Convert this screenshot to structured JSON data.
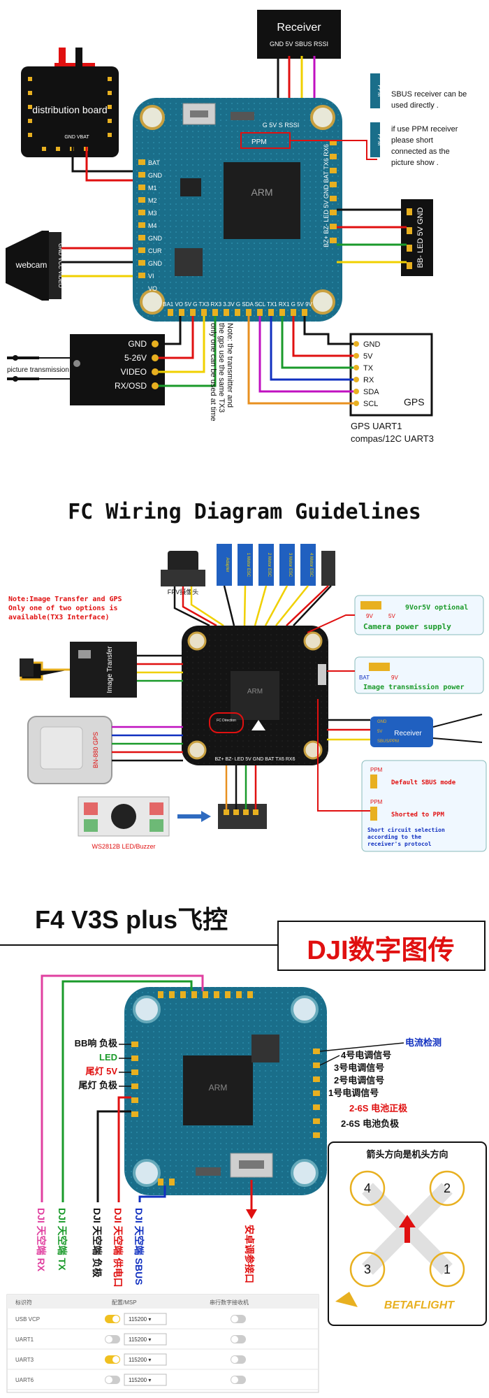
{
  "section1": {
    "receiver": {
      "title": "Receiver",
      "pins": "GND 5V SBUS RSSI"
    },
    "distribution_board": {
      "title": "distribution board",
      "pins": "GND VBAT"
    },
    "webcam": {
      "title": "webcam",
      "pins": "GND VCC VIDEO"
    },
    "picture_transmission": {
      "title": "picture transmission",
      "pins": [
        "GND",
        "5-26V",
        "VIDEO",
        "RX/OSD"
      ]
    },
    "gps": {
      "title": "GPS",
      "pins": [
        "GND",
        "5V",
        "TX",
        "RX",
        "SDA",
        "SCL"
      ],
      "caption1": "GPS UART1",
      "caption2": "compas/12C UART3"
    },
    "led_strip": {
      "label": "BB- LED 5V GND"
    },
    "sbus_note": {
      "line1": "SBUS receiver can be",
      "line2": "used directly .",
      "line3": "if use PPM receiver",
      "line4": "please short",
      "line5": "connected as the",
      "line6": "picture show ."
    },
    "ppm_label": "PPM",
    "note": {
      "line1": "Note: the transmitter and",
      "line2": "the gps use the same TX3",
      "line3": "only one can be used at time"
    },
    "fc_left_pins": [
      "BAT",
      "GND",
      "M1",
      "M2",
      "M3",
      "M4",
      "GND",
      "CUR",
      "GND",
      "VI",
      "VO"
    ],
    "fc_top_pins": "G 5V S RSSI",
    "fc_right_pins": "BZ+ BZ- LED 5V GND BAT TX6 RX6",
    "fc_bottom_pins": "BA1 VO 5V G TX3 RX3 3.3V G SDA SCL TX1 RX1 G 5V 9V"
  },
  "section2": {
    "title": "FC Wiring Diagram Guidelines",
    "note": {
      "line1": "Note:Image Transfer and GPS",
      "line2": "Only one of two options is",
      "line3": "available(TX3 Interface)"
    },
    "camera_label": "FPV摄像头",
    "esc_labels": [
      "Adapter",
      "1 Motor ESC",
      "2 Motor ESC",
      "3 Motor ESC",
      "4 Motor ESC"
    ],
    "image_transfer": "Image Transfer",
    "camera_power": {
      "option": "9Vor5V optional",
      "title": "Camera power supply",
      "left": "9V",
      "right": "5V"
    },
    "image_tx_power": {
      "title": "Image transmission power",
      "left": "BAT",
      "right": "9V"
    },
    "receiver": {
      "title": "Receiver",
      "pins": [
        "GND",
        "5V",
        "SBUS/PPM"
      ]
    },
    "gps": "BN-880 GPS",
    "led_buzzer": "WS2812B LED/Buzzer",
    "ppm_default": {
      "label": "PPM",
      "text": "Default SBUS mode"
    },
    "ppm_short": {
      "label": "PPM",
      "text": "Shorted to PPM"
    },
    "ppm_note": {
      "line1": "Short circuit selection",
      "line2": "according to the",
      "line3": "receiver's protocol"
    },
    "fc_direction": "FC Direction",
    "bottom_pins": "BZ+ BZ- LED 5V GND BAT TX6 RX6"
  },
  "section3": {
    "title": "F4 V3S plus飞控",
    "dji_banner": "DJI数字图传",
    "left_labels": [
      {
        "text": "BB响 负极",
        "color": "#111111"
      },
      {
        "text": "LED",
        "color": "#1a9a2a"
      },
      {
        "text": "尾灯 5V",
        "color": "#e01010"
      },
      {
        "text": "尾灯 负极",
        "color": "#111111"
      }
    ],
    "right_labels": [
      {
        "text": "电流检测",
        "color": "#1030c0"
      },
      {
        "text": "4号电调信号",
        "color": "#111111"
      },
      {
        "text": "3号电调信号",
        "color": "#111111"
      },
      {
        "text": "2号电调信号",
        "color": "#111111"
      },
      {
        "text": "1号电调信号",
        "color": "#111111"
      },
      {
        "text": "2-6S 电池正极",
        "color": "#e01010"
      },
      {
        "text": "2-6S 电池负极",
        "color": "#111111"
      }
    ],
    "vertical_labels": [
      {
        "text": "DJI 天空端 RX",
        "color": "#e040a0"
      },
      {
        "text": "DJI 天空端 TX",
        "color": "#1a9a2a"
      },
      {
        "text": "DJI 天空端 负极",
        "color": "#111111"
      },
      {
        "text": "DJI 天空端 供电口",
        "color": "#e01010"
      },
      {
        "text": "DJI 天空端 SBUS",
        "color": "#1030c0"
      }
    ],
    "usb_label": "安卓调参接口",
    "motor_panel": {
      "title": "箭头方向是机头方向",
      "motors": [
        "4",
        "2",
        "3",
        "1"
      ],
      "brand": "BETAFLIGHT"
    },
    "table": {
      "headers": [
        "标识符",
        "配置/MSP",
        "串行数字接收机"
      ],
      "rows": [
        {
          "id": "USB VCP",
          "baud": "115200",
          "on": true
        },
        {
          "id": "UART1",
          "baud": "115200",
          "on": false
        },
        {
          "id": "UART3",
          "baud": "115200",
          "on": true
        },
        {
          "id": "UART6",
          "baud": "115200",
          "on": false
        }
      ]
    }
  }
}
